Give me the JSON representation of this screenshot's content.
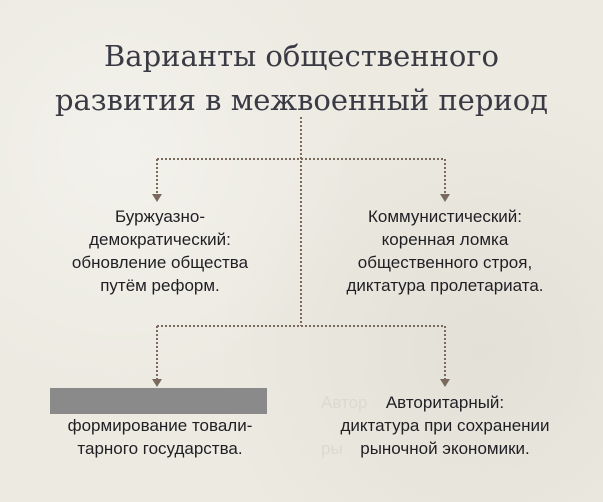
{
  "title": {
    "line1": "Варианты общественного",
    "line2": "развития в межвоенный период"
  },
  "variants": {
    "bourgeois": {
      "line1": "Буржуазно-",
      "line2": "демократический:",
      "line3": "обновление общества",
      "line4": "путём реформ."
    },
    "communist": {
      "line1": "Коммунистический:",
      "line2": "коренная ломка",
      "line3": "общественного строя,",
      "line4": "диктатура пролетариата."
    },
    "totalitarian": {
      "line1": "формирование товали-",
      "line2": "тарного государства."
    },
    "authoritarian": {
      "line1": "Авторитарный:",
      "line2": "диктатура при сохранении",
      "line3": "рыночной экономики."
    }
  },
  "ghost": {
    "top": "Автор",
    "bottom": "ры"
  },
  "colors": {
    "background": "#eceae1",
    "connector": "#7a6a5e",
    "redaction_bar": "#8a8a8a"
  }
}
